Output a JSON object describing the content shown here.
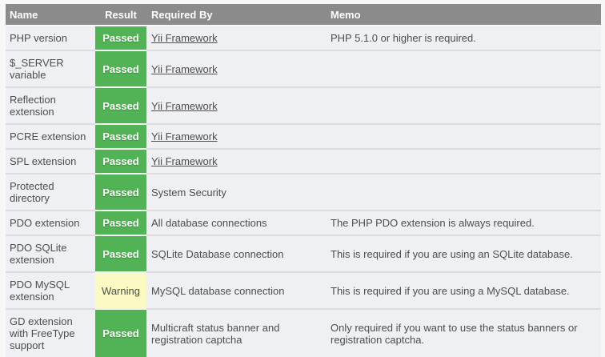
{
  "colors": {
    "header_bg": "#8b8b8b",
    "row_bg": "#eff0f3",
    "passed_bg": "#52b356",
    "warning_bg": "#fafac2",
    "page_bg": "#f7f7f8",
    "text": "#4d4d4d"
  },
  "table": {
    "columns": [
      {
        "label": "Name"
      },
      {
        "label": "Result"
      },
      {
        "label": "Required By"
      },
      {
        "label": "Memo"
      }
    ],
    "rows": [
      {
        "name": "PHP version",
        "result": "Passed",
        "status": "passed",
        "required_by": "Yii Framework",
        "required_by_is_link": true,
        "memo": "PHP 5.1.0 or higher is required."
      },
      {
        "name": "$_SERVER variable",
        "result": "Passed",
        "status": "passed",
        "required_by": "Yii Framework",
        "required_by_is_link": true,
        "memo": ""
      },
      {
        "name": "Reflection extension",
        "result": "Passed",
        "status": "passed",
        "required_by": "Yii Framework",
        "required_by_is_link": true,
        "memo": ""
      },
      {
        "name": "PCRE extension",
        "result": "Passed",
        "status": "passed",
        "required_by": "Yii Framework",
        "required_by_is_link": true,
        "memo": ""
      },
      {
        "name": "SPL extension",
        "result": "Passed",
        "status": "passed",
        "required_by": "Yii Framework",
        "required_by_is_link": true,
        "memo": ""
      },
      {
        "name": "Protected directory",
        "result": "Passed",
        "status": "passed",
        "required_by": "System Security",
        "required_by_is_link": false,
        "memo": ""
      },
      {
        "name": "PDO extension",
        "result": "Passed",
        "status": "passed",
        "required_by": "All database connections",
        "required_by_is_link": false,
        "memo": "The PHP PDO extension is always required."
      },
      {
        "name": "PDO SQLite extension",
        "result": "Passed",
        "status": "passed",
        "required_by": "SQLite Database connection",
        "required_by_is_link": false,
        "memo": "This is required if you are using an SQLite database."
      },
      {
        "name": "PDO MySQL extension",
        "result": "Warning",
        "status": "warning",
        "required_by": "MySQL database connection",
        "required_by_is_link": false,
        "memo": "This is required if you are using a MySQL database."
      },
      {
        "name": "GD extension with FreeType support",
        "result": "Passed",
        "status": "passed",
        "required_by": "Multicraft status banner and registration captcha",
        "required_by_is_link": false,
        "memo": "Only required if you want to use the status banners or registration captcha."
      }
    ]
  }
}
